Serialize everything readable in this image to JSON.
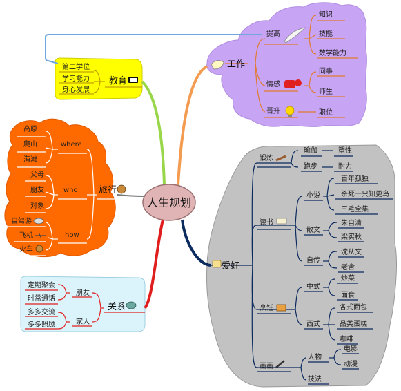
{
  "center": "人生规划",
  "colors": {
    "work_cloud": "#c8a4f5",
    "work_branch": "#f39b50",
    "travel_cloud": "#ff6a00",
    "education_box": "#ffff00",
    "education_branch": "#99d64a",
    "relation_box": "#dbf3fb",
    "relation_branch": "#e01e1e",
    "hobby_box": "#c2c2c2",
    "hobby_branch": "#0b2a5e",
    "center_fill": "#e0b4b4"
  },
  "work": {
    "label": "工作",
    "improve": {
      "label": "提高",
      "items": [
        "知识",
        "技能",
        "数学能力"
      ]
    },
    "emotion": {
      "label": "情感",
      "items": [
        "同事",
        "师生"
      ]
    },
    "promote": {
      "label": "晋升",
      "items": [
        "职位"
      ]
    }
  },
  "education": {
    "label": "教育",
    "items": [
      "第二学位",
      "学习能力",
      "身心发展"
    ]
  },
  "travel": {
    "label": "旅行",
    "where": {
      "label": "where",
      "items": [
        "高原",
        "爬山",
        "海滩"
      ]
    },
    "who": {
      "label": "who",
      "items": [
        "父母",
        "朋友",
        "对象"
      ]
    },
    "how": {
      "label": "how",
      "items": [
        "自驾游",
        "飞机",
        "火车"
      ]
    }
  },
  "relation": {
    "label": "关系",
    "friends": {
      "label": "朋友",
      "items": [
        "定期聚会",
        "时常通话"
      ]
    },
    "family": {
      "label": "家人",
      "items": [
        "多多交流",
        "多多照顾"
      ]
    }
  },
  "hobby": {
    "label": "爱好",
    "exercise": {
      "label": "锻炼",
      "yoga": {
        "label": "瑜伽",
        "items": [
          "塑性"
        ]
      },
      "run": {
        "label": "跑步",
        "items": [
          "耐力"
        ]
      }
    },
    "reading": {
      "label": "读书",
      "novel": {
        "label": "小说",
        "items": [
          "百年孤独",
          "杀死一只知更鸟",
          "三毛全集"
        ]
      },
      "prose": {
        "label": "散文",
        "items": [
          "朱自清",
          "梁实秋"
        ]
      },
      "bio": {
        "label": "自传",
        "items": [
          "沈从文",
          "老舍"
        ]
      }
    },
    "cooking": {
      "label": "烹饪",
      "chinese": {
        "label": "中式",
        "items": [
          "炒菜",
          "面食"
        ]
      },
      "western": {
        "label": "西式",
        "items": [
          "各式面包",
          "品类蛋糕",
          "咖啡"
        ]
      }
    },
    "drawing": {
      "label": "画画",
      "people": {
        "label": "人物",
        "items": [
          "电影",
          "动漫"
        ]
      },
      "technique": {
        "label": "技法"
      }
    }
  }
}
